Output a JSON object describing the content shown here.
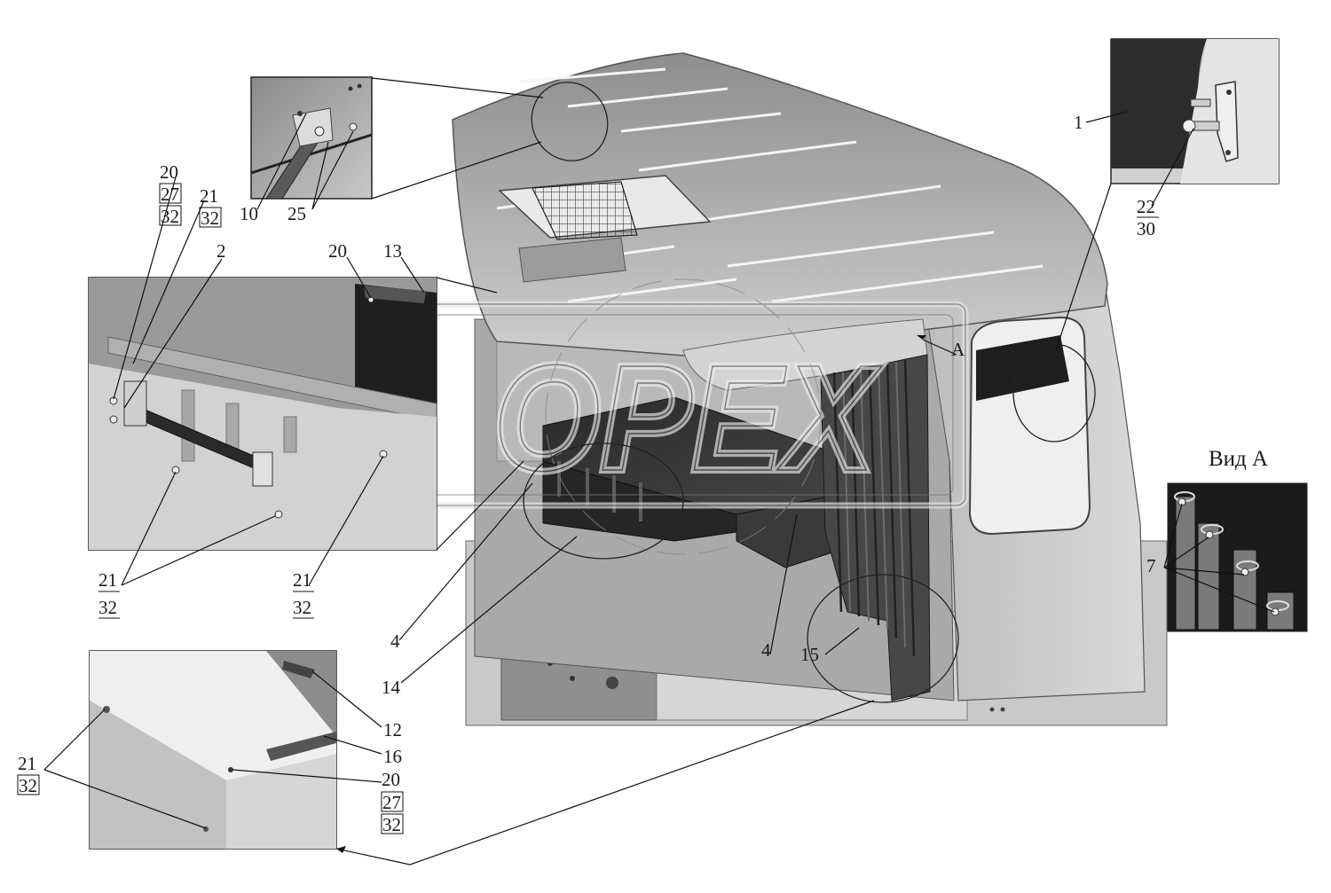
{
  "view_title": "Вид А",
  "view_marker": "А",
  "watermark": "OPEX",
  "labels": {
    "l1": "1",
    "l2": "2",
    "l4a": "4",
    "l4b": "4",
    "l7": "7",
    "l10": "10",
    "l12": "12",
    "l13": "13",
    "l14": "14",
    "l15": "15",
    "l16": "16",
    "l20a": "20",
    "l20b": "20",
    "l20c": "20",
    "l21a": "21",
    "l21b": "21",
    "l21c": "21",
    "l21d": "21",
    "l22": "22",
    "l25": "25",
    "l27a": "27",
    "l27b": "27",
    "l30": "30",
    "l32a": "32",
    "l32b": "32",
    "l32c": "32",
    "l32d": "32",
    "l32e": "32",
    "l32f": "32"
  }
}
